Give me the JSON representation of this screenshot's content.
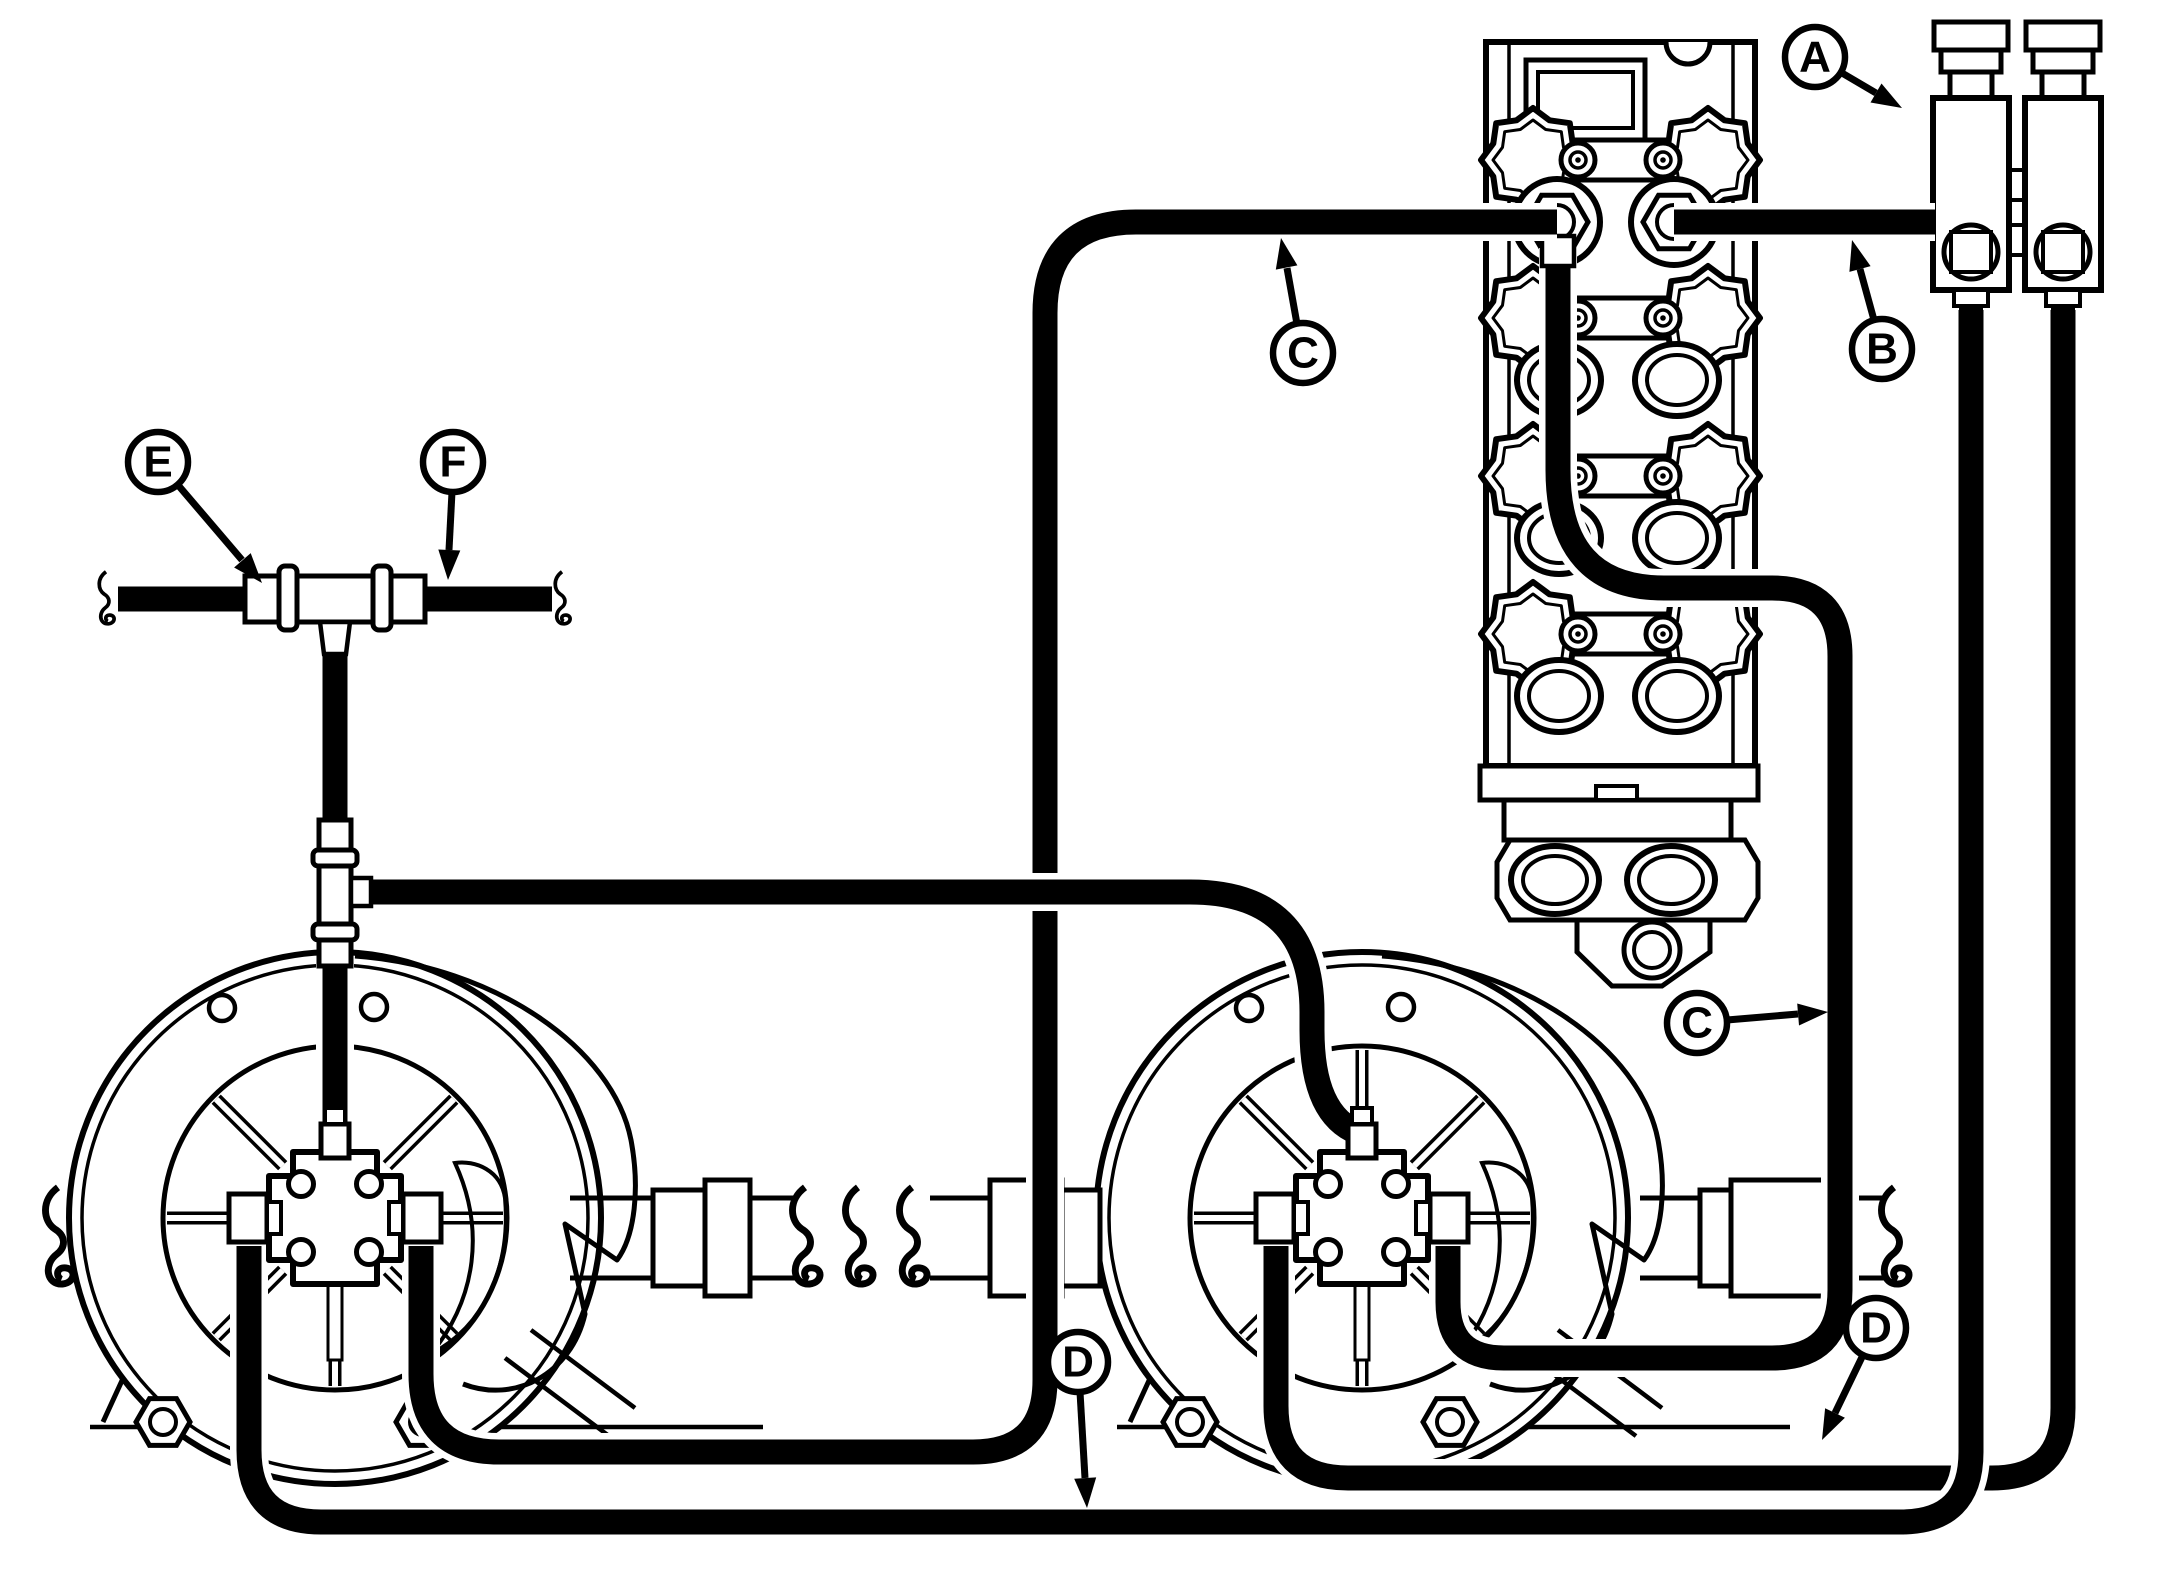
{
  "diagram": {
    "type": "hydraulic-hose-routing-parts-diagram",
    "background_color": "#ffffff",
    "line_color": "#000000",
    "visible_text": [
      "A",
      "B",
      "C",
      "C",
      "D",
      "D",
      "E",
      "F"
    ]
  },
  "callouts": {
    "a": {
      "letter": "A",
      "target": "quick-coupler-pair"
    },
    "b": {
      "letter": "B",
      "target": "hose-b-valve-to-coupler"
    },
    "c1": {
      "letter": "C",
      "target": "hose-c-upper-run"
    },
    "c2": {
      "letter": "C",
      "target": "hose-c-vertical-run"
    },
    "d1": {
      "letter": "D",
      "target": "hose-d-bottom-run"
    },
    "d2": {
      "letter": "D",
      "target": "hose-d-lower-run"
    },
    "e": {
      "letter": "E",
      "target": "tee-left-hose"
    },
    "f": {
      "letter": "F",
      "target": "tee-right-hose"
    }
  },
  "components": [
    "selective-control-valve-stack",
    "quick-coupler-left",
    "quick-coupler-right",
    "hose-reel-left",
    "hose-reel-right",
    "tee-fitting-upper",
    "tee-fitting-inline",
    "reel-drive-shaft-with-couplers",
    "hydraulic-hoses"
  ]
}
